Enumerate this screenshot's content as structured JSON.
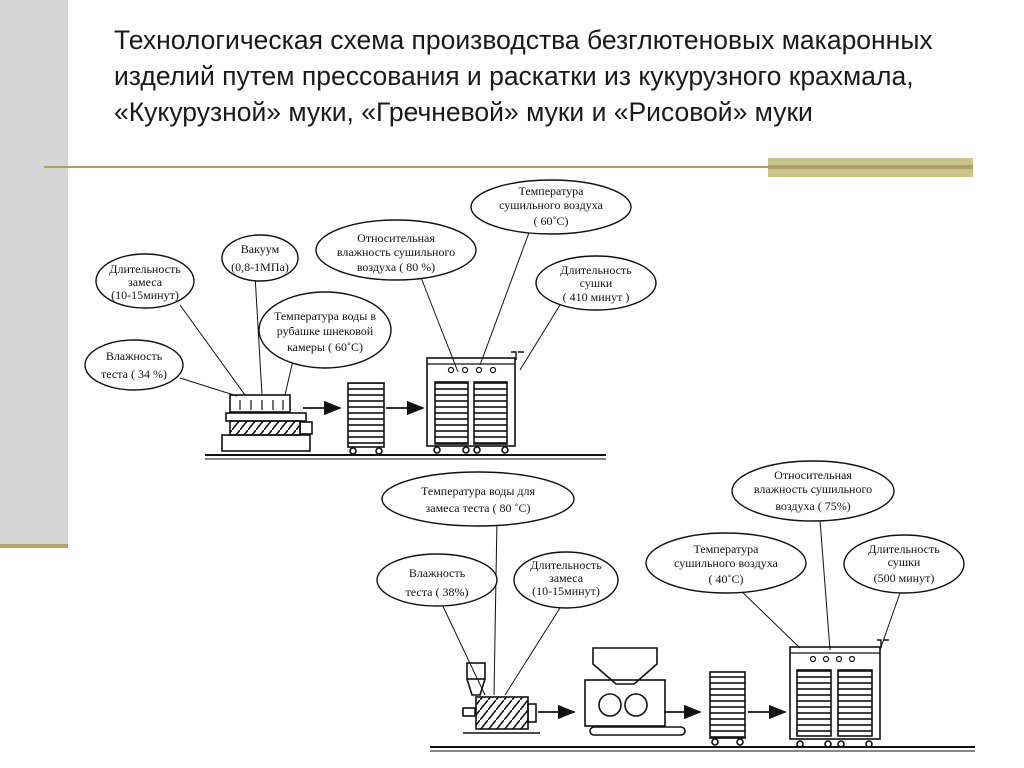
{
  "title": "Технологическая схема производства безглютеновых макаронных изделий путем прессования и раскатки из кукурузного крахмала, «Кукурузной» муки, «Гречневой» муки и «Рисовой» муки",
  "top_scheme": {
    "bubbles": [
      {
        "id": "kneading_time",
        "lines": [
          "Длительность",
          "замеса",
          "(10-15минут)"
        ]
      },
      {
        "id": "vacuum",
        "lines": [
          "Вакуум",
          "(0,8-1МПа)"
        ]
      },
      {
        "id": "humidity",
        "lines": [
          "Относительная",
          "влажность сушильного",
          "воздуха ( 80 %)"
        ]
      },
      {
        "id": "air_temp",
        "lines": [
          "Температура",
          "сушильного воздуха",
          "( 60˚С)"
        ]
      },
      {
        "id": "drying_time",
        "lines": [
          "Длительность",
          "сушки",
          "( 410 минут )"
        ]
      },
      {
        "id": "water_temp",
        "lines": [
          "Температура воды в",
          "рубашке шнековой",
          "камеры ( 60˚С)"
        ]
      },
      {
        "id": "dough_moisture",
        "lines": [
          "Влажность",
          "теста ( 34 %)"
        ]
      }
    ]
  },
  "bottom_scheme": {
    "bubbles": [
      {
        "id": "water_temp",
        "lines": [
          "Температура воды для",
          "замеса теста ( 80 ˚С)"
        ]
      },
      {
        "id": "dough_moisture",
        "lines": [
          "Влажность",
          "теста ( 38%)"
        ]
      },
      {
        "id": "kneading_time",
        "lines": [
          "Длительность",
          "замеса",
          "(10-15минут)"
        ]
      },
      {
        "id": "humidity",
        "lines": [
          "Относительная",
          "влажность сушильного",
          "воздуха ( 75%)"
        ]
      },
      {
        "id": "air_temp",
        "lines": [
          "Температура",
          "сушильного воздуха",
          "( 40˚С)"
        ]
      },
      {
        "id": "drying_time",
        "lines": [
          "Длительность",
          "сушки",
          "(500 минут)"
        ]
      }
    ]
  }
}
